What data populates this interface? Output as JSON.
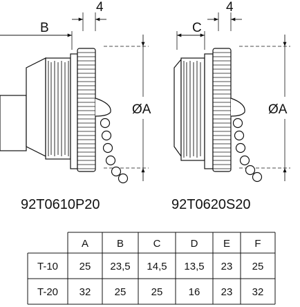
{
  "left_part": {
    "code": "92T0610P20",
    "dim_width": "B",
    "dim_gap": "4",
    "dim_diameter": "ØA"
  },
  "right_part": {
    "code": "92T0620S20",
    "dim_width": "C",
    "dim_gap": "4",
    "dim_diameter": "ØA"
  },
  "table": {
    "headers": [
      "A",
      "B",
      "C",
      "D",
      "E",
      "F"
    ],
    "rows": [
      {
        "label": "T-10",
        "values": [
          "25",
          "23,5",
          "14,5",
          "13,5",
          "23",
          "25"
        ]
      },
      {
        "label": "T-20",
        "values": [
          "32",
          "25",
          "25",
          "16",
          "23",
          "32"
        ]
      }
    ]
  }
}
